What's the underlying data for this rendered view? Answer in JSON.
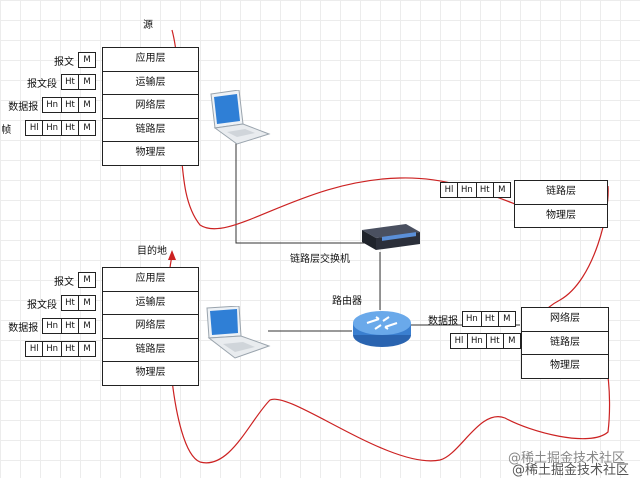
{
  "labels": {
    "source": "源",
    "destination": "目的地",
    "switch": "链路层交换机",
    "router": "路由器",
    "watermark1": "@稀土掘金技术社区",
    "watermark2": "@稀土掘金技术社区"
  },
  "source_host": {
    "layers": [
      "应用层",
      "运输层",
      "网络层",
      "链路层",
      "物理层"
    ],
    "headers": [
      {
        "label": "报文",
        "boxes": [
          "M"
        ]
      },
      {
        "label": "报文段",
        "boxes": [
          "Ht",
          "M"
        ]
      },
      {
        "label": "数据报",
        "boxes": [
          "Hn",
          "Ht",
          "M"
        ]
      },
      {
        "label": "帧",
        "boxes": [
          "Hl",
          "Hn",
          "Ht",
          "M"
        ]
      }
    ]
  },
  "destination_host": {
    "layers": [
      "应用层",
      "运输层",
      "网络层",
      "链路层",
      "物理层"
    ],
    "headers": [
      {
        "label": "报文",
        "boxes": [
          "M"
        ]
      },
      {
        "label": "报文段",
        "boxes": [
          "Ht",
          "M"
        ]
      },
      {
        "label": "数据报",
        "boxes": [
          "Hn",
          "Ht",
          "M"
        ]
      },
      {
        "label": "",
        "boxes": [
          "Hl",
          "Hn",
          "Ht",
          "M"
        ]
      }
    ]
  },
  "switch_stack": {
    "layers": [
      "链路层",
      "物理层"
    ],
    "headers": [
      {
        "label": "",
        "boxes": [
          "Hl",
          "Hn",
          "Ht",
          "M"
        ]
      }
    ]
  },
  "router_stack": {
    "layers": [
      "网络层",
      "链路层",
      "物理层"
    ],
    "headers": [
      {
        "label": "数据报",
        "boxes": [
          "Hn",
          "Ht",
          "M"
        ]
      },
      {
        "label": "",
        "boxes": [
          "Hl",
          "Hn",
          "Ht",
          "M"
        ]
      }
    ]
  },
  "colors": {
    "path": "#cc2222",
    "link": "#333333",
    "router_fill": "#3a7fd0",
    "switch_fill": "#2b2f3a"
  }
}
